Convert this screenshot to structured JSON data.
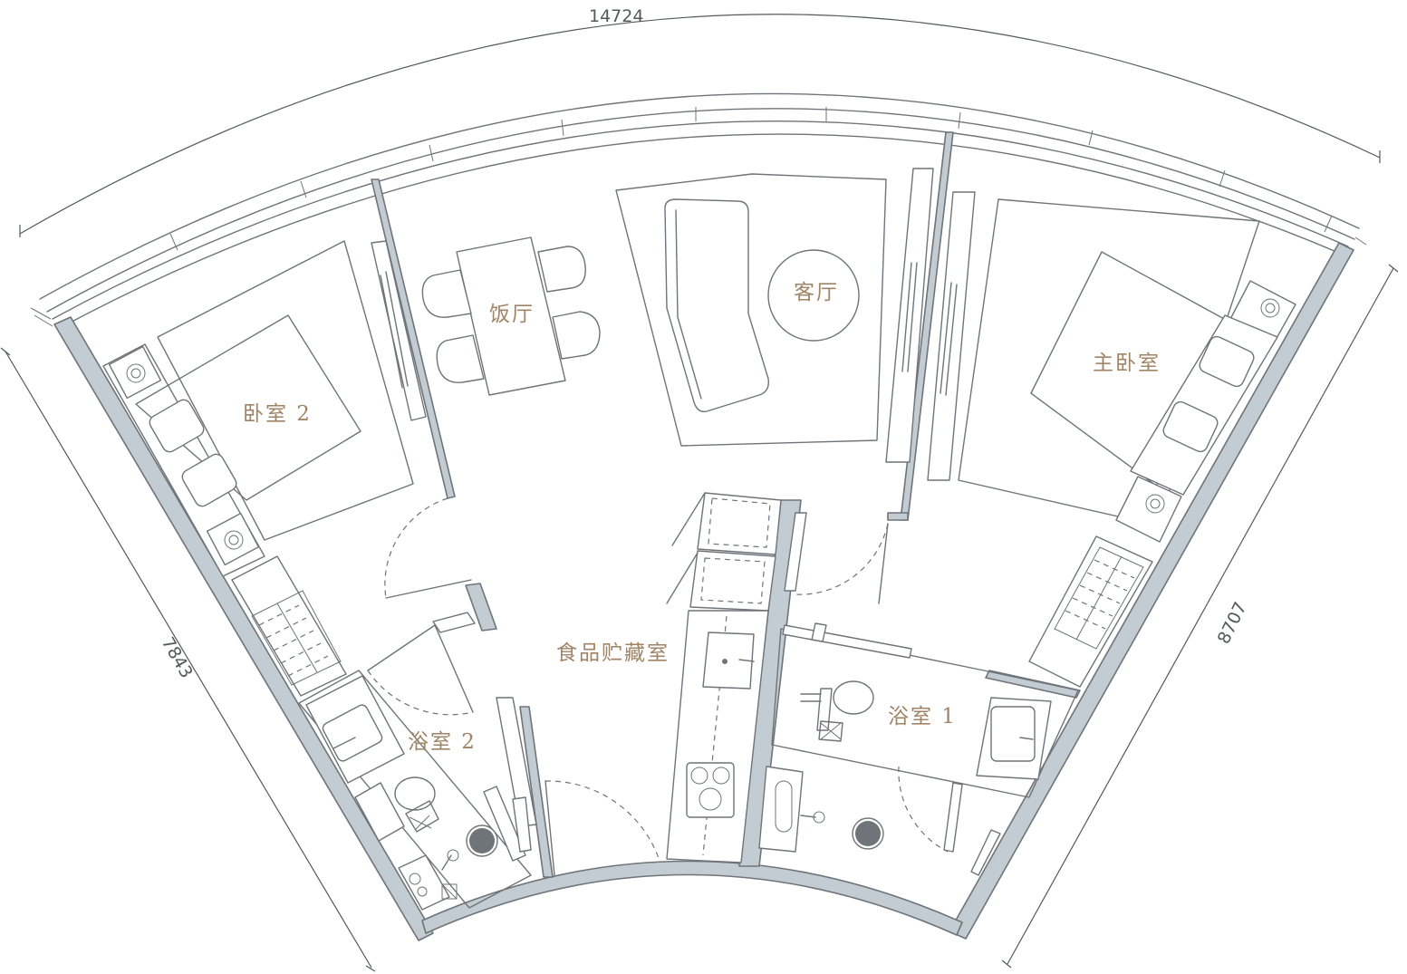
{
  "dimensions": {
    "top": "14724",
    "left": "7843",
    "right": "8707"
  },
  "rooms": {
    "dining": "饭厅",
    "living": "客厅",
    "bedroom2": "卧室 2",
    "master_bedroom": "主卧室",
    "pantry": "食品贮藏室",
    "bathroom1": "浴室 1",
    "bathroom2": "浴室 2"
  },
  "colors": {
    "wall_fill": "#c2ccd2",
    "line": "#6f7478",
    "label": "#a08466"
  }
}
